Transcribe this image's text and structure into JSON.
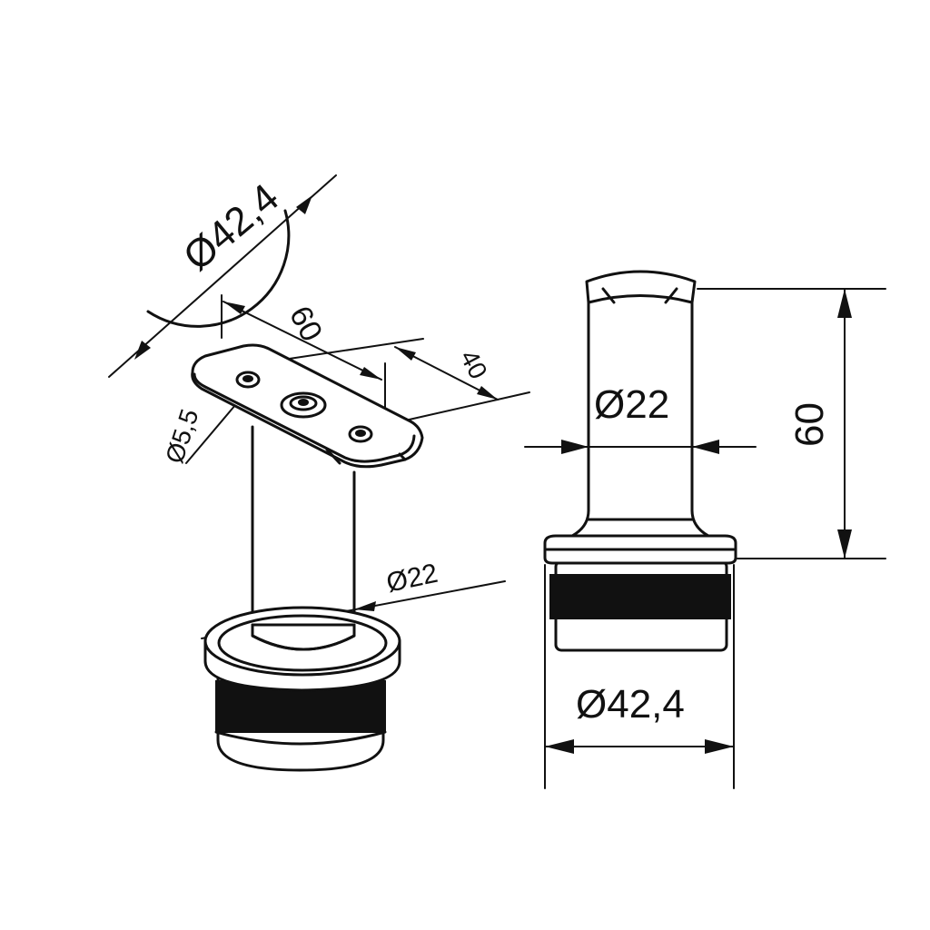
{
  "iso_view": {
    "label_pipe_dia": "Ø42,4",
    "label_plate_length": "60",
    "label_hole_spacing": "40",
    "label_hole_dia": "Ø5,5",
    "label_stem_dia": "Ø22"
  },
  "front_view": {
    "label_stem_dia": "Ø22",
    "label_height": "60",
    "label_base_dia": "Ø42,4"
  }
}
